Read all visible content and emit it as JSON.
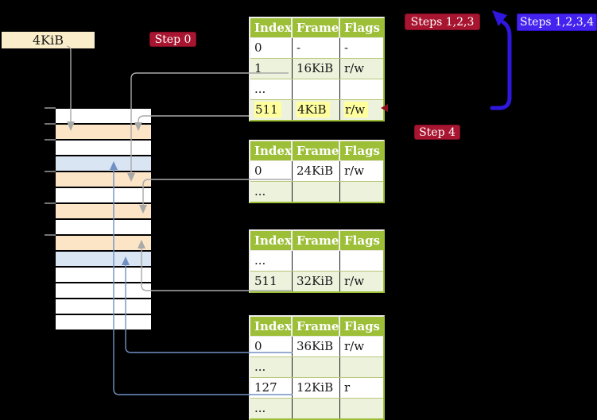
{
  "labels": {
    "frame_box": "4KiB",
    "step0": "Step 0",
    "steps123": "Steps 1,2,3",
    "steps1234": "Steps 1,2,3,4",
    "step4": "Step 4"
  },
  "palette": {
    "background": "#000000",
    "table_header_green": "#9cbf37",
    "table_row_green": "#edf2dd",
    "table_row_white": "#ffffff",
    "frame_peach": "#fce4c7",
    "frame_blue": "#d9e5f3",
    "frame_white": "#ffffff",
    "highlight_yellow": "#ffff9e",
    "badge_red": "#a81530",
    "badge_red_border": "#7d0e24",
    "badge_blue": "#4423ef",
    "loop_arrow_blue": "#2f17dd",
    "connector_gray": "#a9a9a9",
    "connector_blue": "#7191c4",
    "box_cream": "#faeeca"
  },
  "memory_column": {
    "rows": [
      "white",
      "peach",
      "white",
      "blue",
      "peach",
      "white",
      "peach",
      "white",
      "peach",
      "blue",
      "white",
      "white",
      "white",
      "white"
    ]
  },
  "tables": [
    {
      "name": "page-table-level-4",
      "columns": [
        "Index",
        "Frame",
        "Flags"
      ],
      "rows": [
        {
          "cells": [
            "0",
            "-",
            "-"
          ],
          "highlight": false
        },
        {
          "cells": [
            "1",
            "16KiB",
            "r/w"
          ],
          "highlight": false
        },
        {
          "cells": [
            "...",
            "",
            ""
          ],
          "highlight": false
        },
        {
          "cells": [
            "511",
            "4KiB",
            "r/w"
          ],
          "highlight": true
        }
      ]
    },
    {
      "name": "page-table-level-3",
      "columns": [
        "Index",
        "Frame",
        "Flags"
      ],
      "rows": [
        {
          "cells": [
            "0",
            "24KiB",
            "r/w"
          ],
          "highlight": false
        },
        {
          "cells": [
            "...",
            "",
            ""
          ],
          "highlight": false
        }
      ]
    },
    {
      "name": "page-table-level-2",
      "columns": [
        "Index",
        "Frame",
        "Flags"
      ],
      "rows": [
        {
          "cells": [
            "...",
            "",
            ""
          ],
          "highlight": false
        },
        {
          "cells": [
            "511",
            "32KiB",
            "r/w"
          ],
          "highlight": false
        }
      ]
    },
    {
      "name": "page-table-level-1",
      "columns": [
        "Index",
        "Frame",
        "Flags"
      ],
      "rows": [
        {
          "cells": [
            "0",
            "36KiB",
            "r/w"
          ],
          "highlight": false
        },
        {
          "cells": [
            "...",
            "",
            ""
          ],
          "highlight": false
        },
        {
          "cells": [
            "127",
            "12KiB",
            "r"
          ],
          "highlight": false
        },
        {
          "cells": [
            "...",
            "",
            ""
          ],
          "highlight": false
        }
      ]
    }
  ]
}
